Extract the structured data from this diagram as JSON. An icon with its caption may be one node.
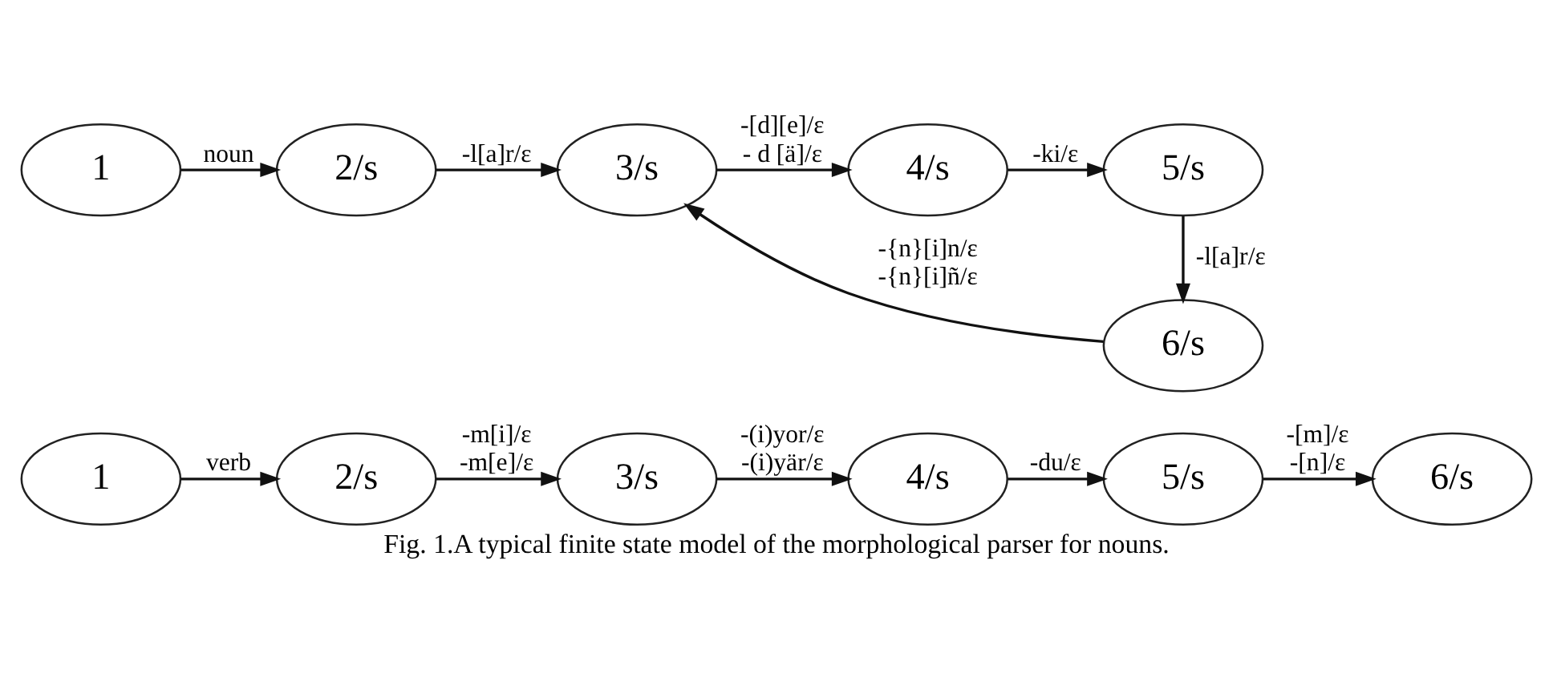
{
  "diagram": {
    "caption": "Fig. 1.A typical finite state model of the morphological parser for nouns.",
    "nodes": [
      {
        "text": [
          "1"
        ]
      },
      {
        "text": [
          "2/s"
        ]
      },
      {
        "text": [
          "3/s"
        ]
      },
      {
        "text": [
          "4/s"
        ]
      },
      {
        "text": [
          "5/s"
        ]
      },
      {
        "text": [
          "6/s"
        ]
      },
      {
        "text": [
          "1"
        ]
      },
      {
        "text": [
          "2/s"
        ]
      },
      {
        "text": [
          "3/s"
        ]
      },
      {
        "text": [
          "4/s"
        ]
      },
      {
        "text": [
          "5/s"
        ]
      },
      {
        "text": [
          "6/s"
        ]
      }
    ],
    "edges": [
      {
        "from": 0,
        "to": 1,
        "arrow": "to",
        "label": "noun"
      },
      {
        "from": 1,
        "to": 2,
        "arrow": "to",
        "label": "-l[a]r/ε"
      },
      {
        "from": 2,
        "to": 3,
        "arrow": "to",
        "label": [
          "-[d][e]/ε",
          "- d [ä]/ε"
        ]
      },
      {
        "from": 3,
        "to": 4,
        "arrow": "to",
        "label": "-ki/ε"
      },
      {
        "from": 4,
        "to": 5,
        "arrow": "to",
        "label": "-l[a]r/ε"
      },
      {
        "from": 5,
        "to": 2,
        "arrow": "to",
        "label": [
          "-{n}[i]n/ε",
          "-{n}[i]ñ/ε"
        ]
      },
      {
        "from": 6,
        "to": 7,
        "arrow": "to",
        "label": "verb"
      },
      {
        "from": 7,
        "to": 8,
        "arrow": "to",
        "label": [
          "-m[i]/ε",
          "-m[e]/ε"
        ]
      },
      {
        "from": 8,
        "to": 9,
        "arrow": "to",
        "label": [
          "-(i)yor/ε",
          "-(i)yär/ε"
        ]
      },
      {
        "from": 9,
        "to": 10,
        "arrow": "to",
        "label": "-du/ε"
      },
      {
        "from": 10,
        "to": 11,
        "arrow": "to",
        "label": [
          "-[m]/ε",
          "-[n]/ε"
        ]
      }
    ]
  }
}
